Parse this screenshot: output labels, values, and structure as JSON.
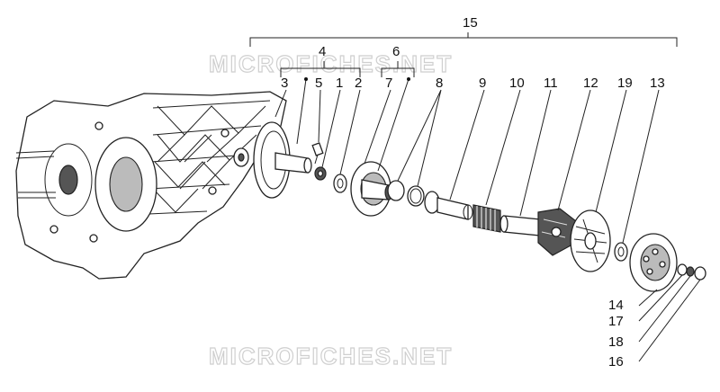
{
  "watermark": "MICROFICHES.NET",
  "labels": {
    "l15": "15",
    "l4": "4",
    "l6": "6",
    "l3": "3",
    "l5": "5",
    "l1": "1",
    "l2": "2",
    "l7": "7",
    "l8": "8",
    "l9": "9",
    "l10": "10",
    "l11": "11",
    "l12": "12",
    "l19": "19",
    "l13": "13",
    "l14": "14",
    "l17": "17",
    "l18": "18",
    "l16": "16"
  }
}
